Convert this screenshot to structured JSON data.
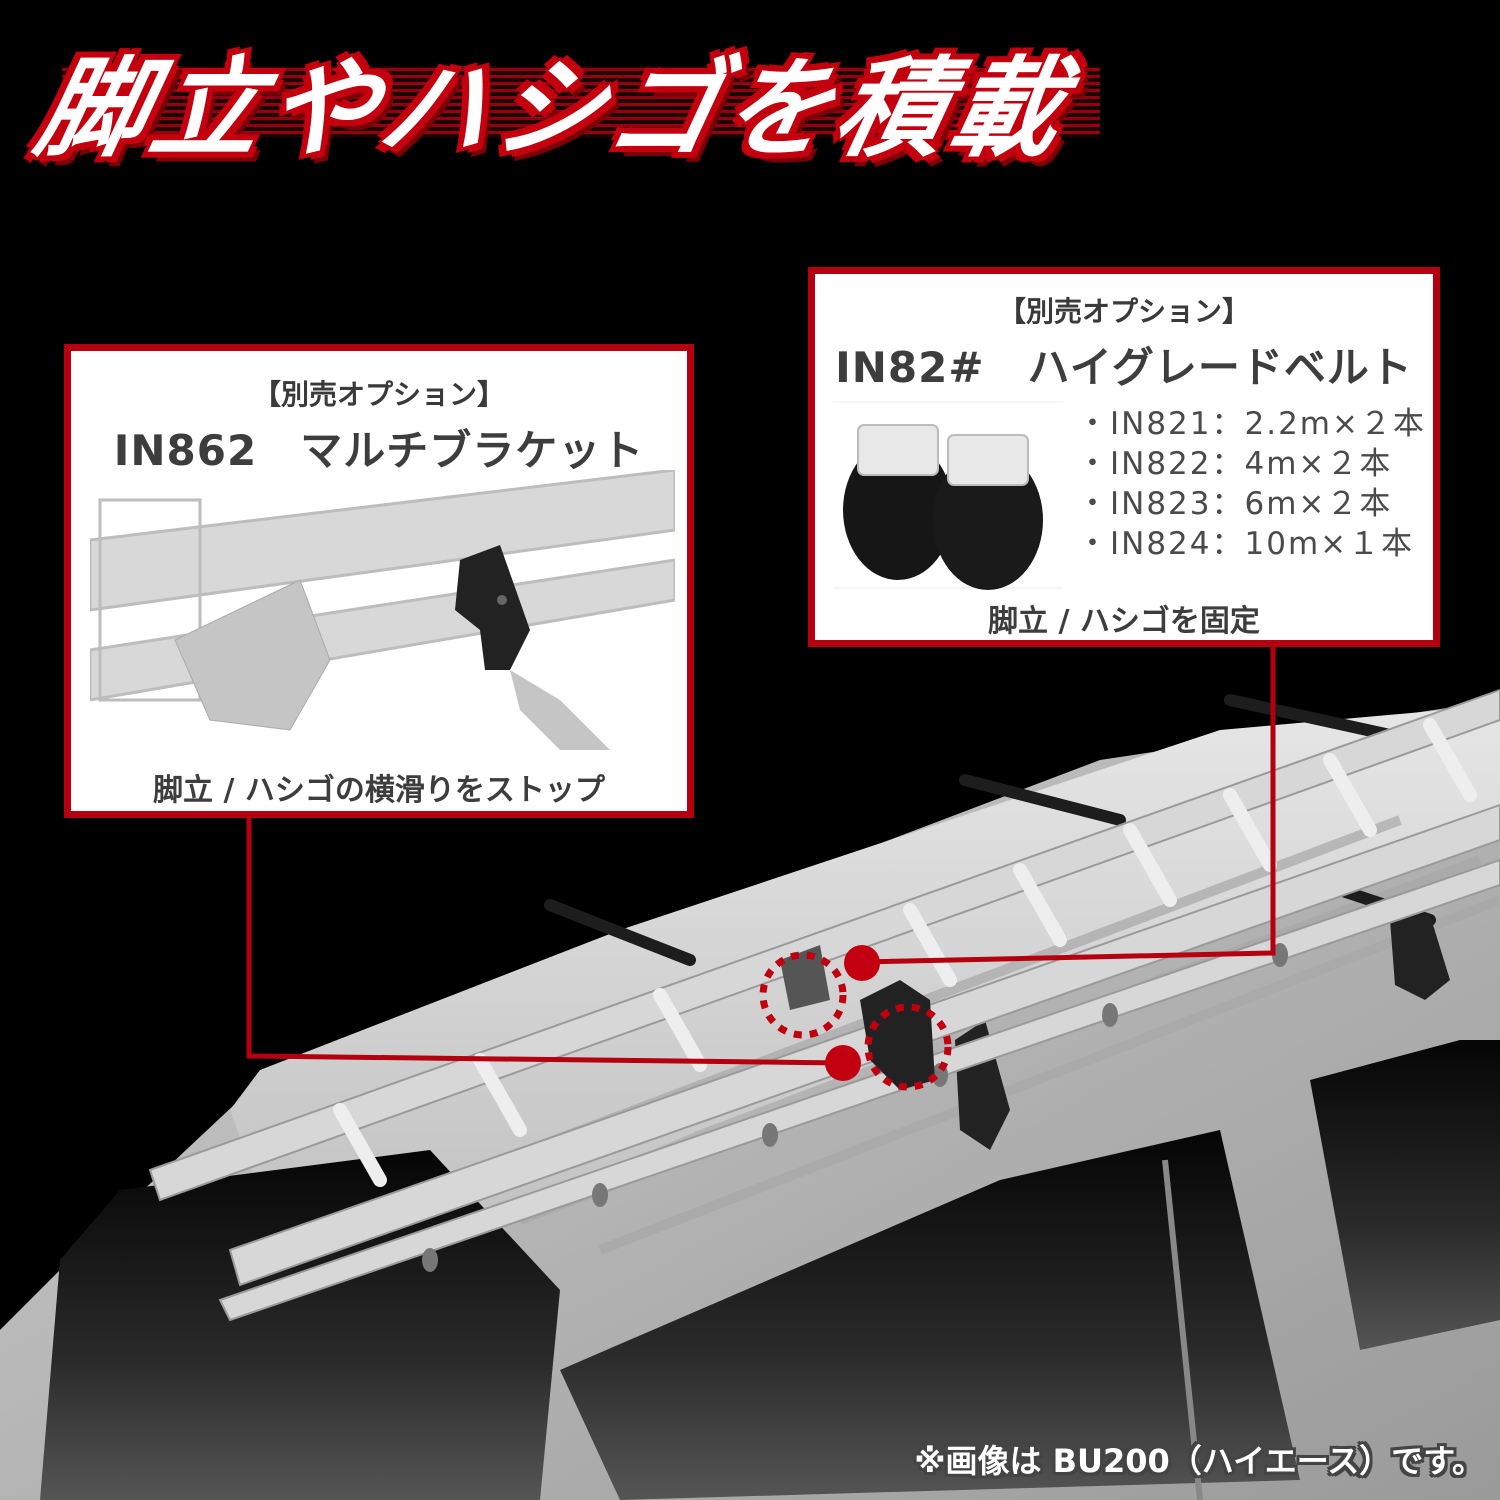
{
  "header": {
    "title": "脚立やハシゴを積載"
  },
  "callouts": [
    {
      "option_label": "【別売オプション】",
      "product": "IN862　マルチブラケット",
      "caption": "脚立 / ハシゴの横滑りをストップ",
      "image": "multi-bracket-on-stepladder"
    },
    {
      "option_label": "【別売オプション】",
      "product": "IN82#　ハイグレードベルト",
      "caption": "脚立 / ハシゴを固定",
      "image": "high-grade-belt-straps",
      "specs": [
        "・IN821：2.2m×２本",
        "・IN822：4m×２本",
        "・IN823：6m×２本",
        "・IN824：10m×１本"
      ]
    }
  ],
  "scene": {
    "image": "van-roof-with-ladder-and-crossbars"
  },
  "footer": {
    "note": "※画像は BU200（ハイエース）です。"
  },
  "colors": {
    "accent": "#b5000f",
    "background": "#000000",
    "text_dark": "#3d3d3d"
  }
}
